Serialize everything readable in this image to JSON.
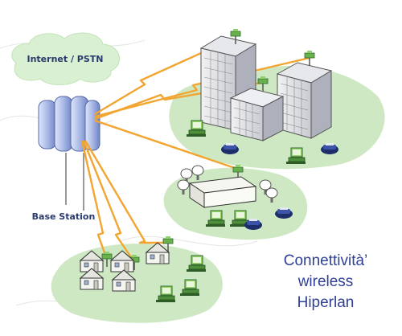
{
  "cloud_label": "Internet / PSTN",
  "base_station_label": "Base Station",
  "caption": {
    "line1": "Connettività’",
    "line2": "wireless",
    "line3": "Hiperlan"
  },
  "colors": {
    "link": "#f2a531",
    "cloud": "#d9f0d2",
    "ground": "#cfe8c4",
    "tower": "#a9b9e6",
    "caption": "#2f3f96"
  },
  "icons": [
    "base-station-icon",
    "antenna-icon",
    "office-building-icon",
    "house-icon",
    "computer-icon",
    "printer-icon",
    "tree-icon"
  ]
}
